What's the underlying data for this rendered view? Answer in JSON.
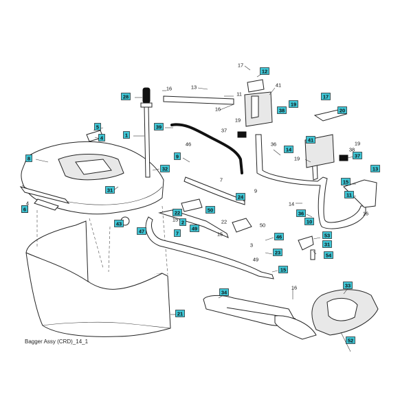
{
  "caption": "Bagger Assy (CRD)_14_1",
  "colors": {
    "callout_fill": "#3fc6d6",
    "line": "#222222",
    "background": "#ffffff"
  },
  "callouts": [
    {
      "id": "c28",
      "label": "28",
      "boxed": true
    },
    {
      "id": "c16a",
      "label": "16",
      "boxed": false
    },
    {
      "id": "c13a",
      "label": "13",
      "boxed": false
    },
    {
      "id": "c11a",
      "label": "11",
      "boxed": false
    },
    {
      "id": "c17a",
      "label": "17",
      "boxed": false
    },
    {
      "id": "c12",
      "label": "12",
      "boxed": true
    },
    {
      "id": "c41a",
      "label": "41",
      "boxed": false
    },
    {
      "id": "c16b",
      "label": "16",
      "boxed": false
    },
    {
      "id": "c19a",
      "label": "19",
      "boxed": false
    },
    {
      "id": "c38a",
      "label": "38",
      "boxed": true
    },
    {
      "id": "c19b",
      "label": "19",
      "boxed": true
    },
    {
      "id": "c17b",
      "label": "17",
      "boxed": true
    },
    {
      "id": "c20",
      "label": "20",
      "boxed": true
    },
    {
      "id": "c37a",
      "label": "37",
      "boxed": false
    },
    {
      "id": "c39",
      "label": "39",
      "boxed": true
    },
    {
      "id": "c1",
      "label": "1",
      "boxed": true
    },
    {
      "id": "c5",
      "label": "5",
      "boxed": true
    },
    {
      "id": "c4a",
      "label": "4",
      "boxed": true
    },
    {
      "id": "c6a",
      "label": "6",
      "boxed": true
    },
    {
      "id": "c46a",
      "label": "46",
      "boxed": false
    },
    {
      "id": "c9a",
      "label": "9",
      "boxed": true
    },
    {
      "id": "c32",
      "label": "32",
      "boxed": true
    },
    {
      "id": "c31a",
      "label": "31",
      "boxed": true
    },
    {
      "id": "c4b",
      "label": "4",
      "boxed": false
    },
    {
      "id": "c6b",
      "label": "6",
      "boxed": true
    },
    {
      "id": "c43",
      "label": "43",
      "boxed": true
    },
    {
      "id": "c7a",
      "label": "7",
      "boxed": false
    },
    {
      "id": "c9b",
      "label": "9",
      "boxed": false
    },
    {
      "id": "c24",
      "label": "24",
      "boxed": true
    },
    {
      "id": "c22a",
      "label": "22",
      "boxed": true
    },
    {
      "id": "c15a",
      "label": "15",
      "boxed": false
    },
    {
      "id": "c50a",
      "label": "50",
      "boxed": true
    },
    {
      "id": "c2",
      "label": "2",
      "boxed": true
    },
    {
      "id": "c47",
      "label": "47",
      "boxed": true
    },
    {
      "id": "c49a",
      "label": "49",
      "boxed": true
    },
    {
      "id": "c7b",
      "label": "7",
      "boxed": true
    },
    {
      "id": "c22b",
      "label": "22",
      "boxed": false
    },
    {
      "id": "c15b",
      "label": "15",
      "boxed": false
    },
    {
      "id": "c50b",
      "label": "50",
      "boxed": false
    },
    {
      "id": "c3",
      "label": "3",
      "boxed": false
    },
    {
      "id": "c46b",
      "label": "46",
      "boxed": true
    },
    {
      "id": "c23",
      "label": "23",
      "boxed": true
    },
    {
      "id": "c49b",
      "label": "49",
      "boxed": false
    },
    {
      "id": "c15c",
      "label": "15",
      "boxed": true
    },
    {
      "id": "c36a",
      "label": "36",
      "boxed": false
    },
    {
      "id": "c14a",
      "label": "14",
      "boxed": true
    },
    {
      "id": "c19c",
      "label": "19",
      "boxed": false
    },
    {
      "id": "c41b",
      "label": "41",
      "boxed": true
    },
    {
      "id": "c38b",
      "label": "38",
      "boxed": false
    },
    {
      "id": "c19d",
      "label": "19",
      "boxed": false
    },
    {
      "id": "c37b",
      "label": "37",
      "boxed": true
    },
    {
      "id": "c13b",
      "label": "13",
      "boxed": true
    },
    {
      "id": "c15d",
      "label": "15",
      "boxed": true
    },
    {
      "id": "c11b",
      "label": "11",
      "boxed": true
    },
    {
      "id": "c14b",
      "label": "14",
      "boxed": false
    },
    {
      "id": "c36b",
      "label": "36",
      "boxed": true
    },
    {
      "id": "c10",
      "label": "10",
      "boxed": true
    },
    {
      "id": "c16c",
      "label": "16",
      "boxed": false
    },
    {
      "id": "c53",
      "label": "53",
      "boxed": true
    },
    {
      "id": "c31b",
      "label": "31",
      "boxed": true
    },
    {
      "id": "c54",
      "label": "54",
      "boxed": true
    },
    {
      "id": "c21",
      "label": "21",
      "boxed": true
    },
    {
      "id": "c8",
      "label": "8",
      "boxed": true
    },
    {
      "id": "c16d",
      "label": "16",
      "boxed": false
    },
    {
      "id": "c33",
      "label": "33",
      "boxed": true
    },
    {
      "id": "c34",
      "label": "34",
      "boxed": true
    },
    {
      "id": "c52",
      "label": "52",
      "boxed": true
    }
  ]
}
